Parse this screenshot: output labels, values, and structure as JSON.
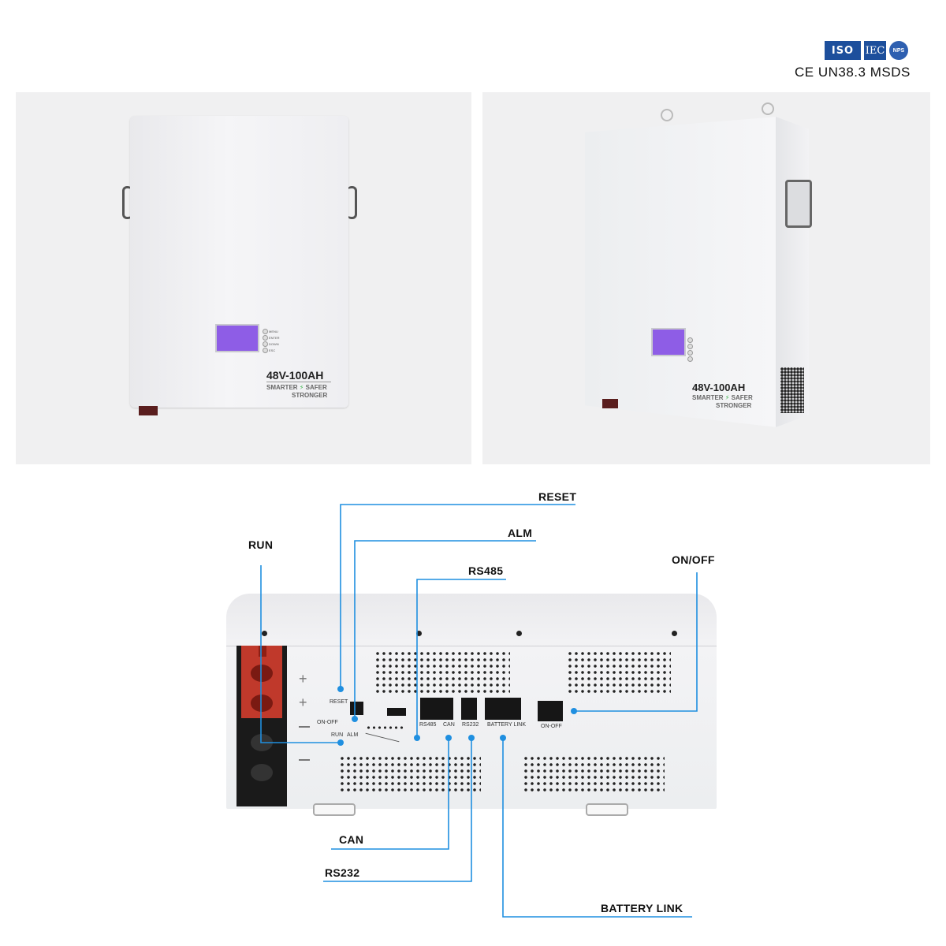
{
  "certifications": {
    "logos": [
      "ISO",
      "IEC",
      "NPS"
    ],
    "text": "CE UN38.3 MSDS"
  },
  "product": {
    "model": "48V-100AH",
    "slogan_line1": "SMARTER",
    "slogan_line1b": "SAFER",
    "slogan_line2": "STRONGER",
    "button_labels": [
      "MENU",
      "ENTER",
      "DOWN",
      "ESC"
    ]
  },
  "rear_panel": {
    "labels": {
      "reset_small": "RESET",
      "onoff_small": "ON-OFF",
      "run_small": "RUN",
      "alm_small": "ALM",
      "rs485_small": "RS485",
      "can_small": "CAN",
      "rs232_small": "RS232",
      "battery_link_small": "BATTERY  LINK",
      "switch_small": "ON-OFF"
    },
    "callouts": {
      "reset": "RESET",
      "alm": "ALM",
      "run": "RUN",
      "rs485": "RS485",
      "onoff": "ON/OFF",
      "can": "CAN",
      "rs232": "RS232",
      "battery_link": "BATTERY LINK"
    }
  },
  "colors": {
    "callout": "#1f8fe0",
    "screen": "#8e5de6",
    "terminal_red": "#c0392b"
  }
}
